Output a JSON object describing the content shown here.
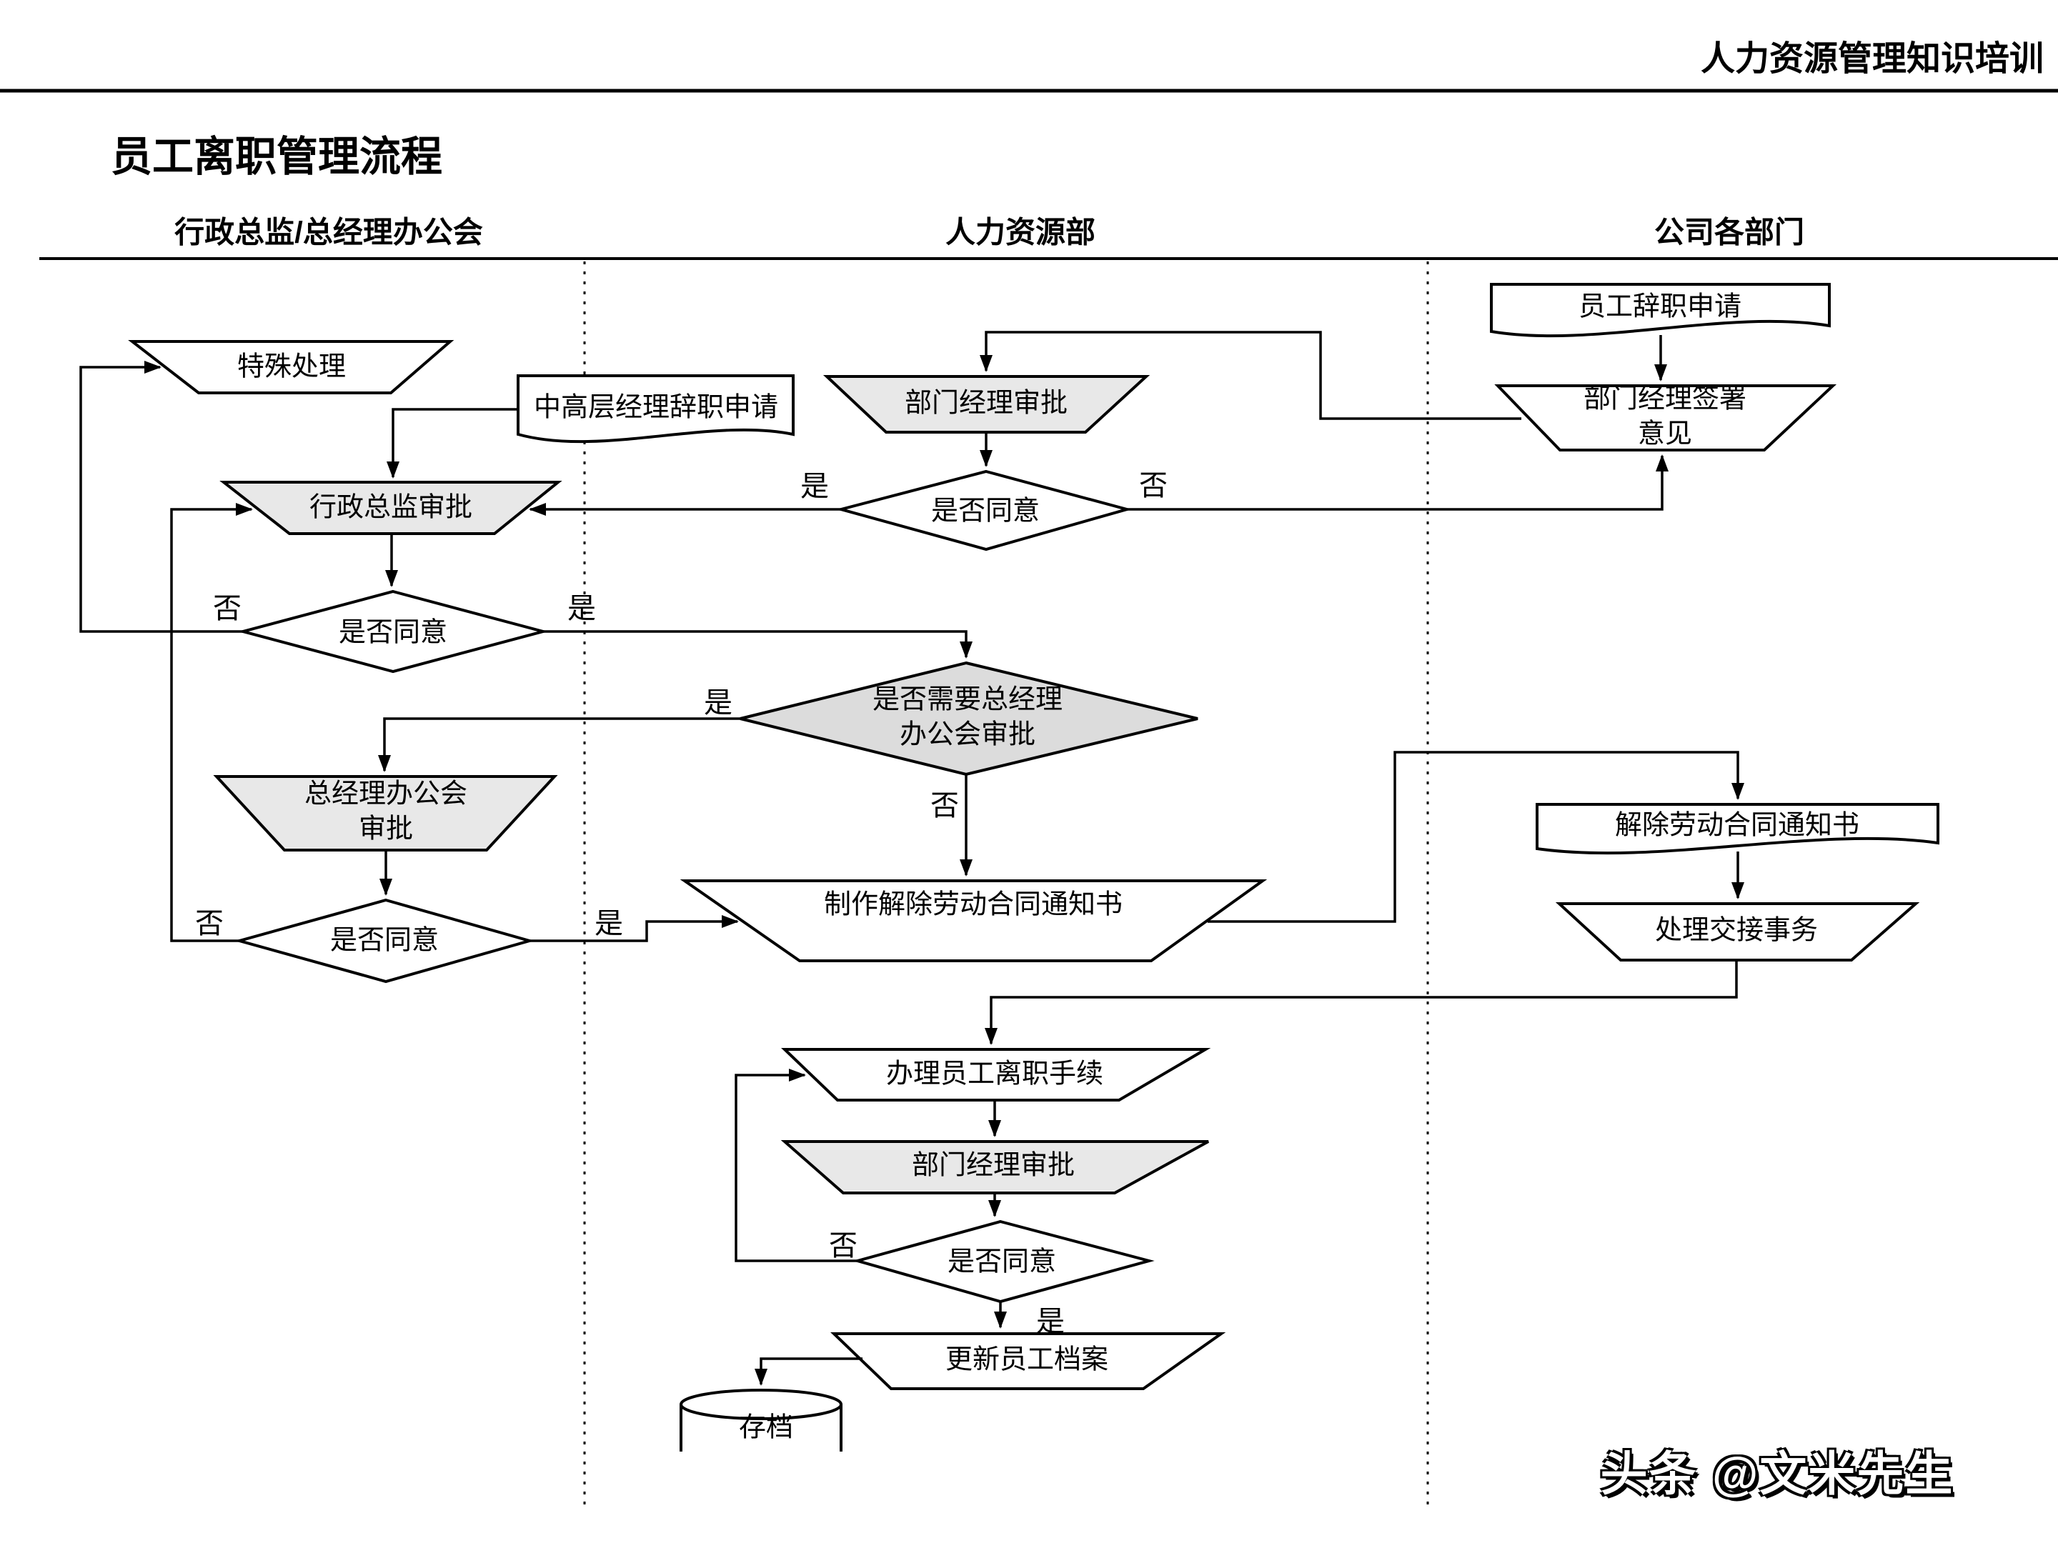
{
  "header": {
    "training_label": "人力资源管理知识培训"
  },
  "page_title": "员工离职管理流程",
  "lanes": [
    {
      "label": "行政总监/总经理办公会"
    },
    {
      "label": "人力资源部"
    },
    {
      "label": "公司各部门"
    }
  ],
  "nodes": {
    "special_handling": {
      "label": "特殊处理",
      "shape": "manual-operation"
    },
    "mid_senior_resign_request": {
      "label": "中高层经理辞职申请",
      "shape": "document"
    },
    "admin_director_approval": {
      "label": "行政总监审批",
      "shape": "manual-operation"
    },
    "agree1": {
      "label": "是否同意",
      "shape": "decision"
    },
    "need_gm_meeting": {
      "label": "是否需要总经理\n办公会审批",
      "shape": "decision"
    },
    "gm_meeting_approval": {
      "label": "总经理办公会\n审批",
      "shape": "manual-operation"
    },
    "agree2": {
      "label": "是否同意",
      "shape": "decision"
    },
    "make_termination_notice": {
      "label": "制作解除劳动合同通知书",
      "shape": "manual-operation"
    },
    "dept_manager_approval_top": {
      "label": "部门经理审批",
      "shape": "manual-operation"
    },
    "agree3": {
      "label": "是否同意",
      "shape": "decision"
    },
    "employee_resign_request": {
      "label": "员工辞职申请",
      "shape": "document"
    },
    "dept_manager_sign_opinion": {
      "label": "部门经理签署\n意见",
      "shape": "manual-operation"
    },
    "termination_notice": {
      "label": "解除劳动合同通知书",
      "shape": "document"
    },
    "handover": {
      "label": "处理交接事务",
      "shape": "manual-operation"
    },
    "leave_procedure": {
      "label": "办理员工离职手续",
      "shape": "manual-operation"
    },
    "dept_manager_approval_bottom": {
      "label": "部门经理审批",
      "shape": "manual-operation"
    },
    "agree4": {
      "label": "是否同意",
      "shape": "decision"
    },
    "update_employee_file": {
      "label": "更新员工档案",
      "shape": "manual-operation"
    },
    "archive": {
      "label": "存档",
      "shape": "database"
    }
  },
  "edge_labels": {
    "agree1_no": {
      "text": "否"
    },
    "agree1_yes": {
      "text": "是"
    },
    "need_gm_yes": {
      "text": "是"
    },
    "need_gm_no": {
      "text": "否"
    },
    "agree2_no": {
      "text": "否"
    },
    "agree2_yes": {
      "text": "是"
    },
    "agree3_yes": {
      "text": "是"
    },
    "agree3_no": {
      "text": "否"
    },
    "agree4_no": {
      "text": "否"
    },
    "agree4_yes": {
      "text": "是"
    }
  },
  "watermark": "头条 @文米先生",
  "colors": {
    "node_fill_white": "#ffffff",
    "node_fill_gray": "#e8e8e8",
    "decision_fill_gray": "#dcdcdc",
    "line": "#000000",
    "background": "#ffffff"
  }
}
